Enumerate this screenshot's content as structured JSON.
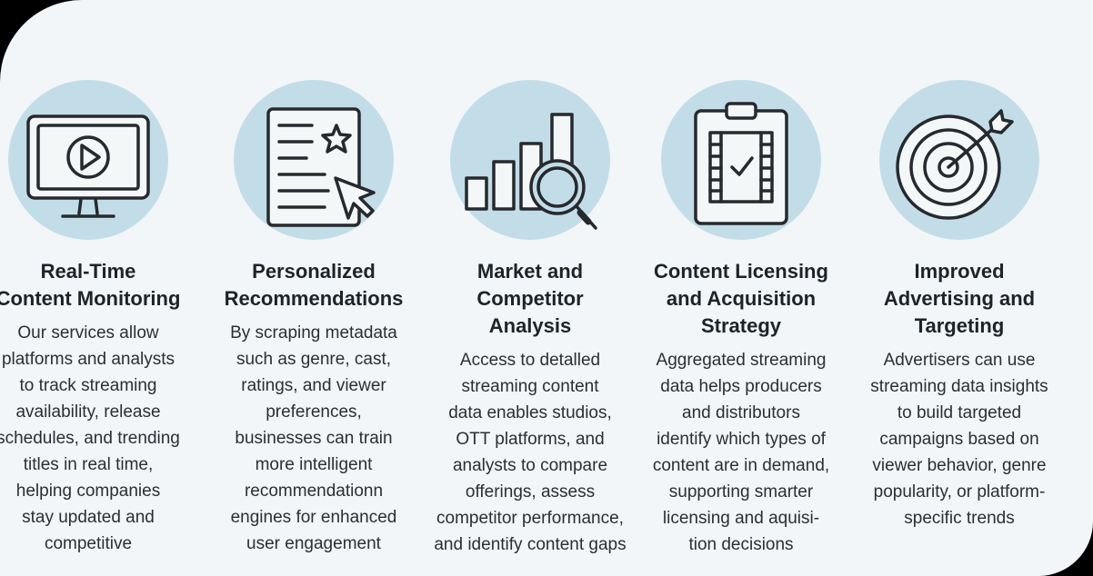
{
  "features": [
    {
      "icon": "monitor-play-icon",
      "title_lines": [
        "Real-Time",
        "Content Monitoring"
      ],
      "desc_lines": [
        "Our services allow",
        "platforms and analysts",
        "to track streaming",
        "availability, release",
        "schedules, and trending",
        "titles in real time,",
        "helping companies",
        "stay updated and",
        "competitive"
      ]
    },
    {
      "icon": "document-star-cursor-icon",
      "title_lines": [
        "Personalized",
        "Recommendations"
      ],
      "desc_lines": [
        "By scraping metadata",
        "such as genre, cast,",
        "ratings, and viewer",
        "preferences,",
        "businesses can train",
        "more intelligent",
        "recommendationn",
        "engines for enhanced",
        "user engagement"
      ]
    },
    {
      "icon": "bar-chart-magnifier-icon",
      "title_lines": [
        "Market and",
        "Competitor",
        "Analysis"
      ],
      "desc_lines": [
        "Access to detalled",
        "streaming content",
        "data enables studios,",
        "OTT platforms, and",
        "analysts to compare",
        "offerings, assess",
        "competitor performance,",
        "and identify content gaps"
      ]
    },
    {
      "icon": "clipboard-film-check-icon",
      "title_lines": [
        "Content Licensing",
        "and Acquisition",
        "Strategy"
      ],
      "desc_lines": [
        "Aggregated streaming",
        "data helps producers",
        "and distributors",
        "identify which types of",
        "content are in demand,",
        "supporting smarter",
        "licensing and aquisi-",
        "tion decisions"
      ]
    },
    {
      "icon": "target-arrow-icon",
      "title_lines": [
        "Improved",
        "Advertising and",
        "Targeting"
      ],
      "desc_lines": [
        "Advertisers can use",
        "streaming data insights",
        "to build targeted",
        "campaigns based on",
        "viewer behavior, genre",
        "popularity, or platform-",
        "specific trends"
      ]
    }
  ],
  "colors": {
    "page_background": "#f2f6f8",
    "circle": "#c3dde8",
    "icon_stroke": "#26292d",
    "text": "#1e2328"
  }
}
